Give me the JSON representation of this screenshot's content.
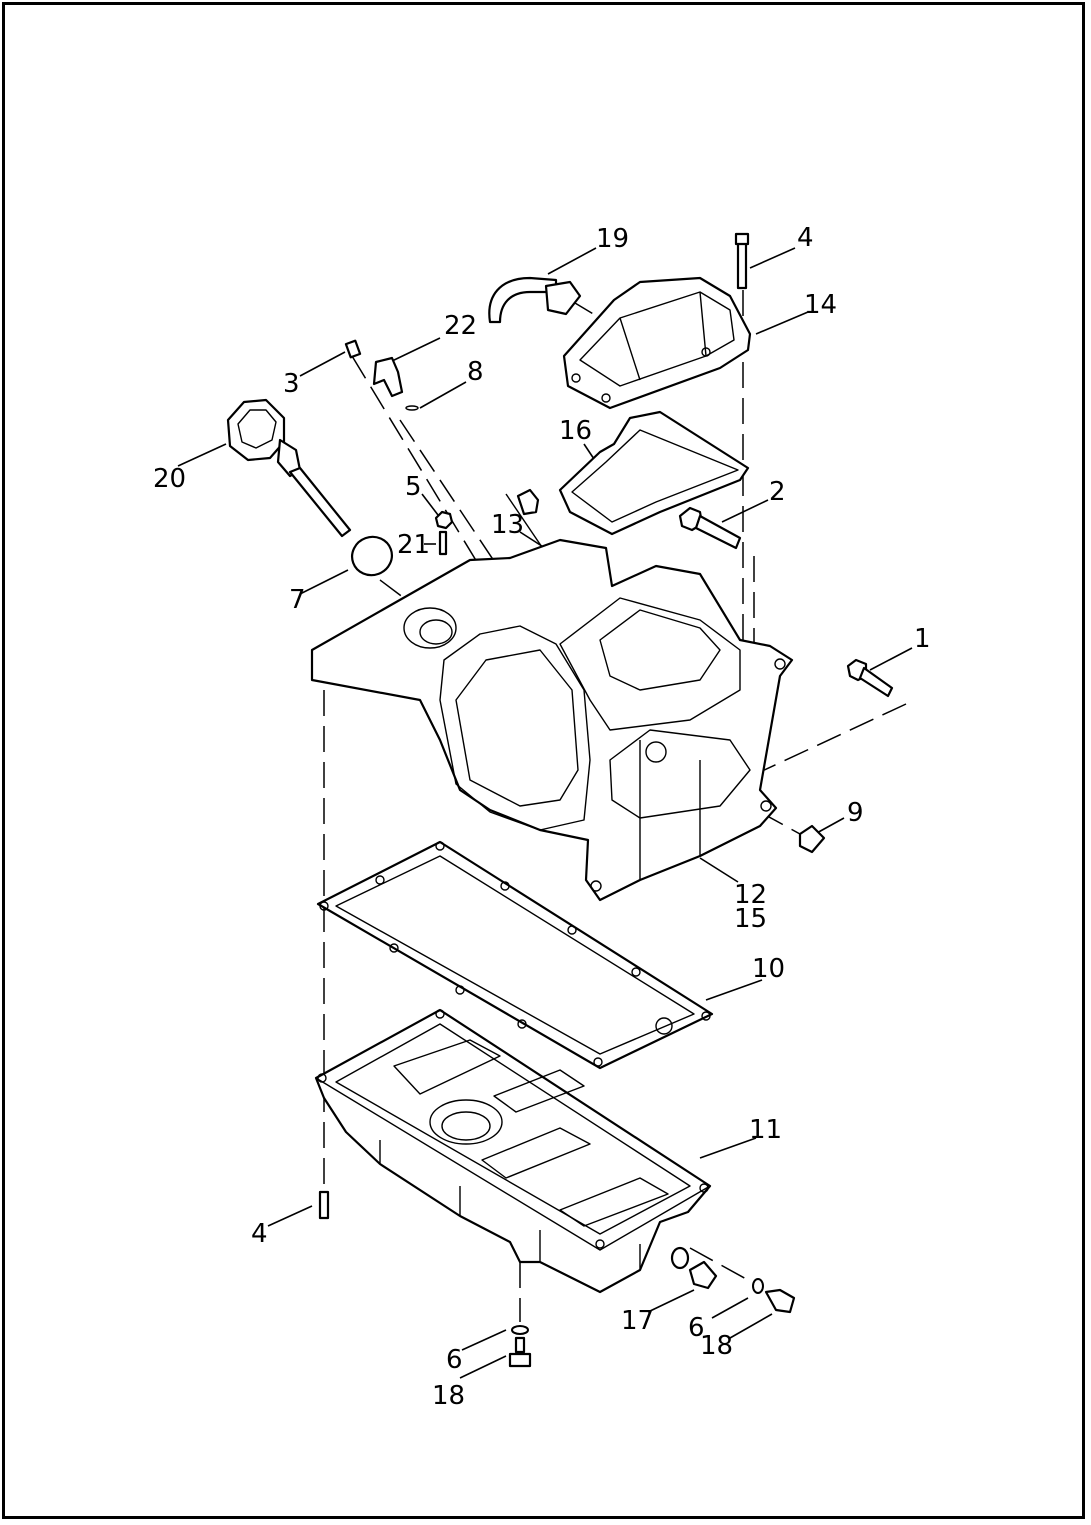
{
  "callouts": {
    "c1": "1",
    "c2": "2",
    "c3": "3",
    "c4_top": "4",
    "c4_bottom": "4",
    "c5": "5",
    "c6_left": "6",
    "c6_right": "6",
    "c7": "7",
    "c8": "8",
    "c9": "9",
    "c10": "10",
    "c11": "11",
    "c12": "12",
    "c13": "13",
    "c14": "14",
    "c15": "15",
    "c16": "16",
    "c17": "17",
    "c18_left": "18",
    "c18_right": "18",
    "c19": "19",
    "c20": "20",
    "c21": "21",
    "c22": "22"
  },
  "colors": {
    "line": "#000000",
    "background": "#ffffff"
  }
}
